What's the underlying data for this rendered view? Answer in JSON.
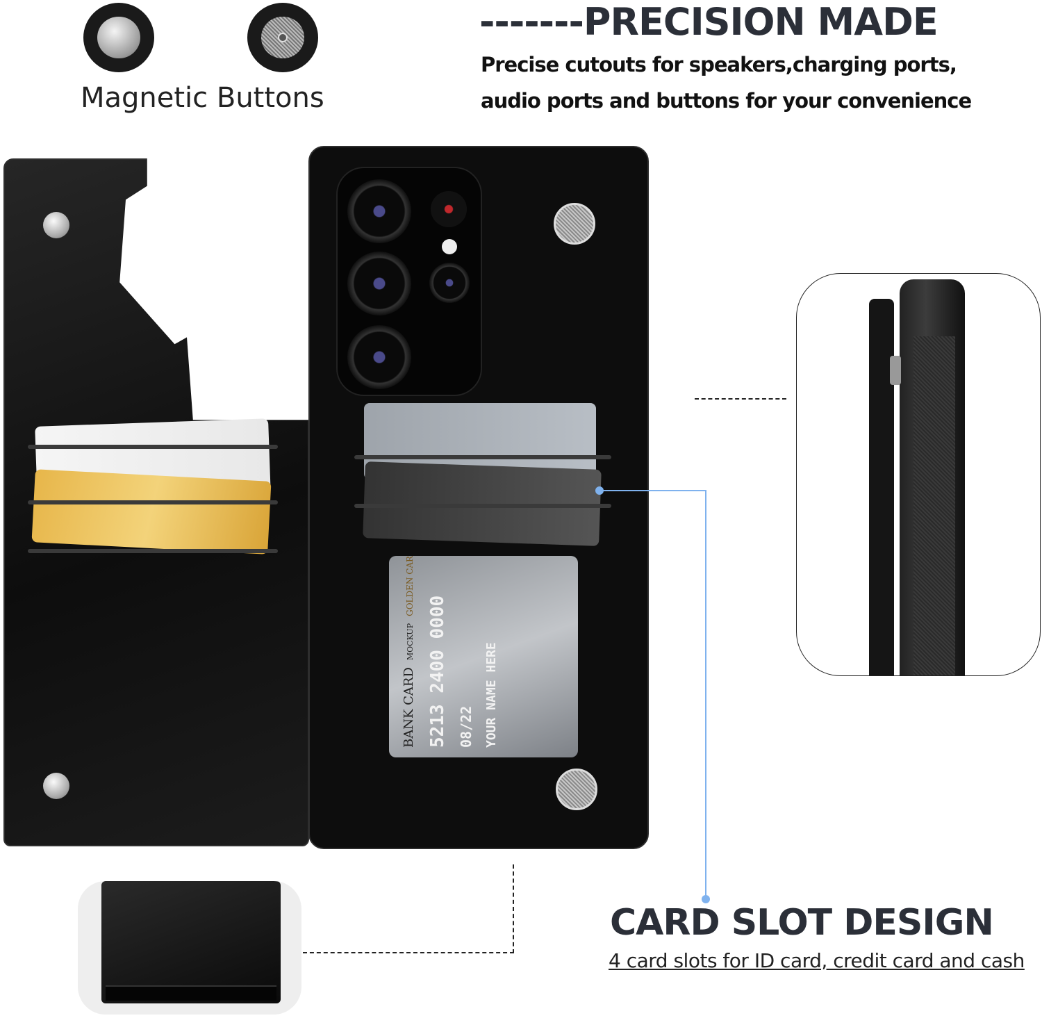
{
  "magnetic": {
    "label": "Magnetic Buttons"
  },
  "precision": {
    "dashes": "-------",
    "title": "PRECISION MADE",
    "line1": "Precise cutouts for speakers,charging ports,",
    "line2": "audio ports and buttons for your convenience"
  },
  "card_slot": {
    "title": "CARD SLOT DESIGN",
    "subtitle": "4 card slots for ID card, credit card and cash"
  },
  "id_card": {
    "brand": "BANK CARD",
    "brand_sub": "MOCKUP",
    "tier": "GOLDEN CARD",
    "number": "5213 2400 0000",
    "valid": "08/22",
    "name": "YOUR NAME HERE"
  },
  "colors": {
    "accent_line": "#7fb2ee",
    "heading": "#2b2f38"
  }
}
